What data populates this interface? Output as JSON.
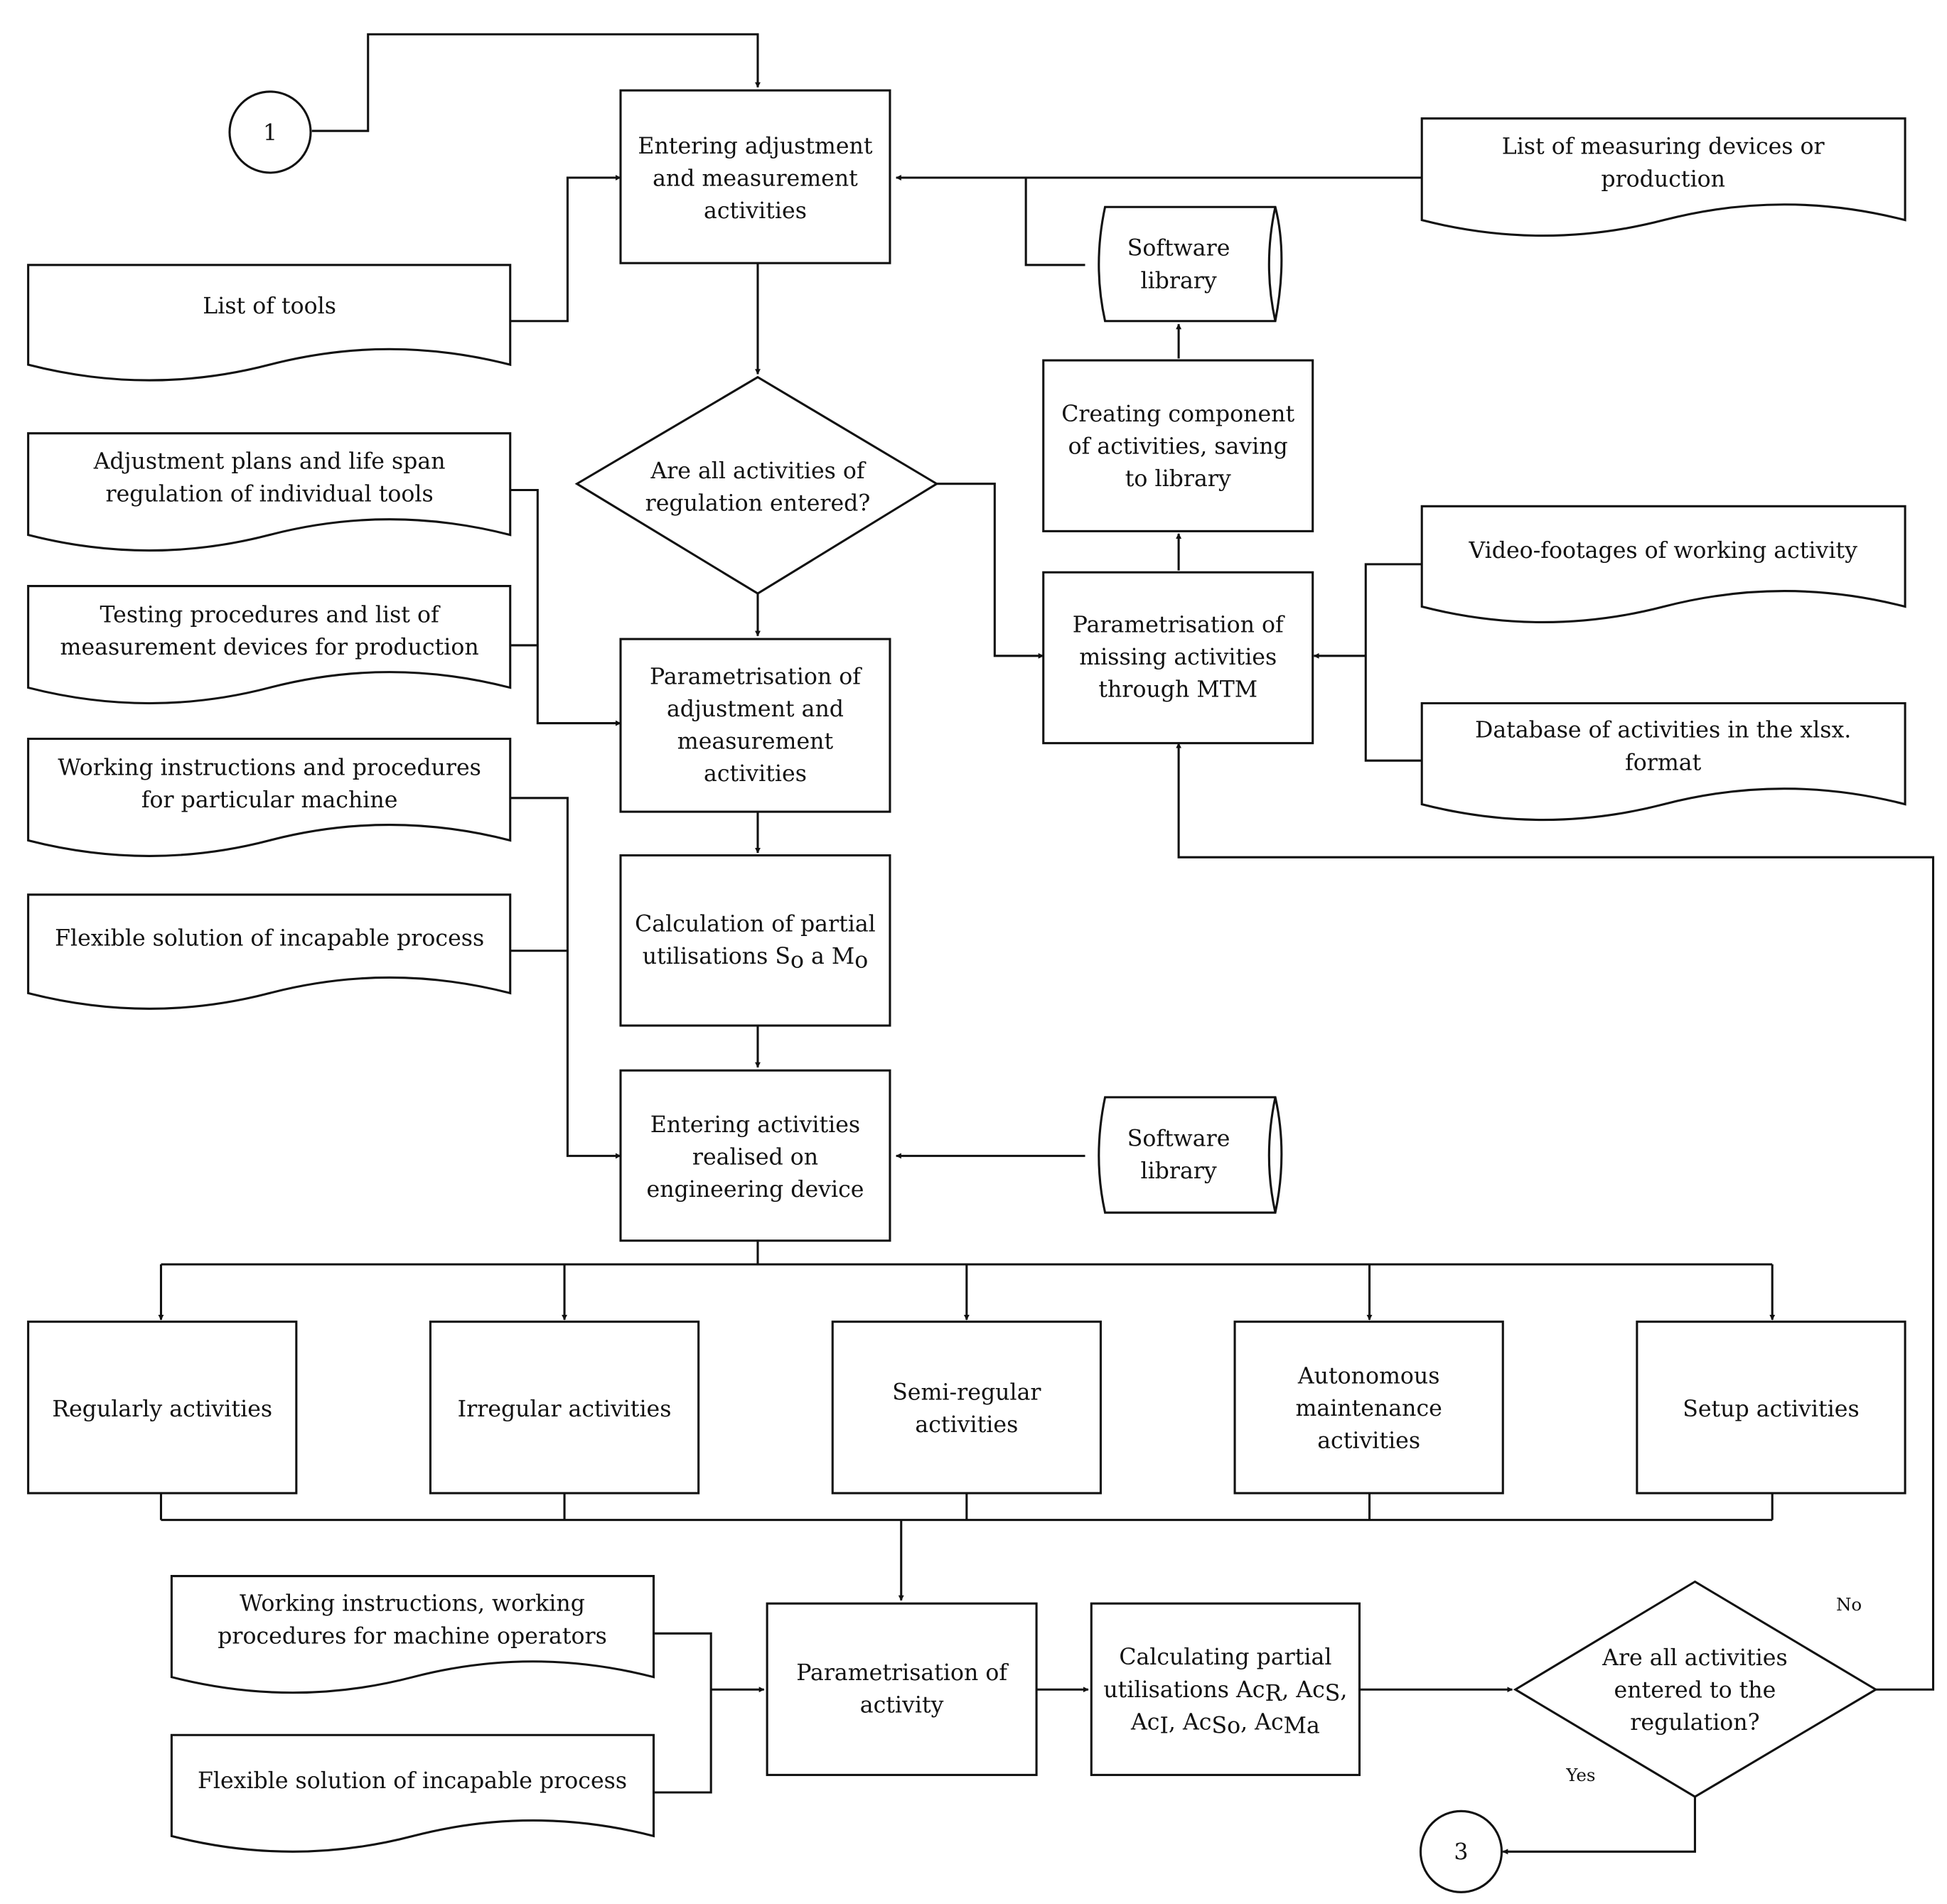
{
  "connectors": {
    "start": "1",
    "end": "3"
  },
  "process": {
    "entering_adjustment": [
      "Entering adjustment",
      "and measurement",
      "activities"
    ],
    "parametrisation_adjustment": [
      "Parametrisation of",
      "adjustment and",
      "measurement",
      "activities"
    ],
    "calculation_partial": [
      "Calculation of partial",
      "utilisations S",
      " a M"
    ],
    "calculation_subscript": "o",
    "entering_activities_device": [
      "Entering activities",
      "realised on",
      "engineering device"
    ],
    "creating_component": [
      "Creating component",
      "of activities, saving",
      "to library"
    ],
    "parametrisation_missing": [
      "Parametrisation of",
      "missing activities",
      "through MTM"
    ],
    "parametrisation_activity": [
      "Parametrisation of",
      "activity"
    ],
    "calculating_partial_acs": {
      "line1": "Calculating partial",
      "line2_prefix": "utilisations Ac",
      "sub_r": "R",
      "sep": ", Ac",
      "sub_s": "S",
      "line2_end": ",",
      "line3_prefix": "Ac",
      "sub_i": "I",
      "sub_so": "So",
      "sub_ma": "Ma"
    }
  },
  "decisions": {
    "all_regulation_entered": [
      "Are all activities of",
      "regulation entered?"
    ],
    "all_entered_to_regulation": [
      "Are all activities",
      "entered to the",
      "regulation?"
    ],
    "label_no": "No",
    "label_yes": "Yes"
  },
  "documents": {
    "list_of_tools": [
      "List of tools"
    ],
    "list_measuring_devices": [
      "List of measuring devices or",
      "production"
    ],
    "adjustment_plans": [
      "Adjustment plans and life span",
      "regulation of individual tools"
    ],
    "testing_procedures": [
      "Testing procedures and list of",
      "measurement devices for production"
    ],
    "working_instructions_machine": [
      "Working instructions and procedures",
      "for particular machine"
    ],
    "flexible_solution_1": [
      "Flexible solution of incapable process"
    ],
    "video_footages": [
      "Video-footages of working activity"
    ],
    "database_xlsx": [
      "Database of activities in the xlsx.",
      "format"
    ],
    "working_instructions_operators": [
      "Working instructions, working",
      "procedures for machine operators"
    ],
    "flexible_solution_2": [
      "Flexible solution of incapable process"
    ]
  },
  "storage": {
    "software_library_top": [
      "Software",
      "library"
    ],
    "software_library_mid": [
      "Software",
      "library"
    ]
  },
  "activity_types": {
    "regularly": [
      "Regularly activities"
    ],
    "irregular": [
      "Irregular activities"
    ],
    "semi_regular": [
      "Semi-regular",
      "activities"
    ],
    "autonomous": [
      "Autonomous",
      "maintenance",
      "activities"
    ],
    "setup": [
      "Setup activities"
    ]
  }
}
